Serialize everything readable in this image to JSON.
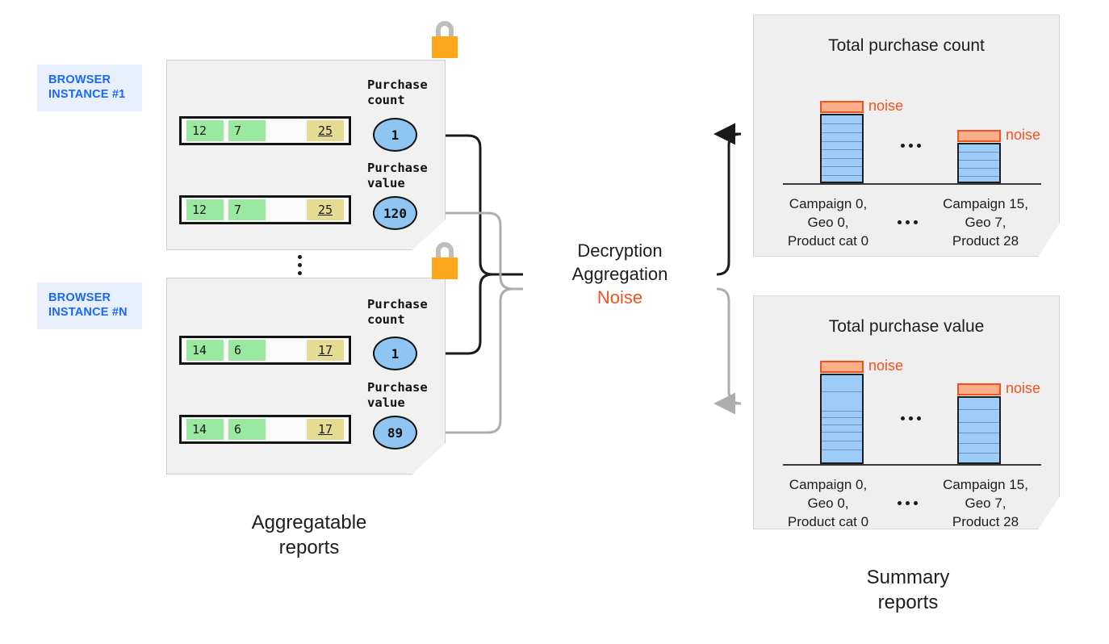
{
  "browser_instances": [
    {
      "label": "BROWSER\nINSTANCE #1"
    },
    {
      "label": "BROWSER\nINSTANCE #N"
    }
  ],
  "panels": [
    {
      "lock_icon": "padlock-icon",
      "metrics": [
        {
          "label": "Purchase\ncount",
          "value": "1",
          "row": {
            "key1": "12",
            "key2": "7",
            "key3": "25"
          }
        },
        {
          "label": "Purchase\nvalue",
          "value": "120",
          "row": {
            "key1": "12",
            "key2": "7",
            "key3": "25"
          }
        }
      ]
    },
    {
      "lock_icon": "padlock-icon",
      "metrics": [
        {
          "label": "Purchase\ncount",
          "value": "1",
          "row": {
            "key1": "14",
            "key2": "6",
            "key3": "17"
          }
        },
        {
          "label": "Purchase\nvalue",
          "value": "89",
          "row": {
            "key1": "14",
            "key2": "6",
            "key3": "17"
          }
        }
      ]
    }
  ],
  "ellipsis": "⋮",
  "process": {
    "line1": "Decryption",
    "line2": "Aggregation",
    "line3": "Noise",
    "noise_color": "#F4511E"
  },
  "captions": {
    "aggregatable": "Aggregatable\nreports",
    "summary": "Summary\nreports"
  },
  "colors": {
    "key_cell": "#9BE8A0",
    "value_cell": "#E6DB93",
    "metric_pill": "#8FC5F2",
    "bar": "#9CCCF7",
    "noise": "#F4511E",
    "noise_fill": "#F9B08A",
    "badge_bg": "#E8F0FE",
    "badge_text": "#1967FF",
    "panel_bg": "#F1F1F1",
    "summary_bg": "#EFEFEF",
    "lock_body": "#FFA71A",
    "lock_shackle": "#BDBDBD"
  },
  "chart_data": [
    {
      "type": "bar",
      "title": "Total purchase count",
      "categories": [
        "Campaign 0,\nGeo 0,\nProduct cat 0",
        "Campaign 15,\nGeo 7,\nProduct 28"
      ],
      "values": [
        100,
        58
      ],
      "noise": [
        13,
        13
      ],
      "noise_labels": [
        "noise",
        "noise"
      ],
      "segments": [
        [
          12,
          24,
          36,
          48,
          60,
          72,
          84
        ],
        [
          12,
          26,
          40,
          54,
          70
        ]
      ],
      "ellipsis": "...",
      "xlabel": "",
      "ylabel": "",
      "ylim": [
        0,
        120
      ],
      "grid": false,
      "legend": "none"
    },
    {
      "type": "bar",
      "title": "Total purchase value",
      "categories": [
        "Campaign 0,\nGeo 0,\nProduct cat 0",
        "Campaign 15,\nGeo 7,\nProduct 28"
      ],
      "values": [
        108,
        76
      ],
      "noise": [
        13,
        13
      ],
      "noise_labels": [
        "noise",
        "noise"
      ],
      "segments": [
        [
          18,
          40,
          47,
          55,
          63,
          73,
          82
        ],
        [
          16,
          33,
          47,
          60,
          72
        ]
      ],
      "ellipsis": "...",
      "xlabel": "",
      "ylabel": "",
      "ylim": [
        0,
        120
      ],
      "grid": false,
      "legend": "none"
    }
  ]
}
